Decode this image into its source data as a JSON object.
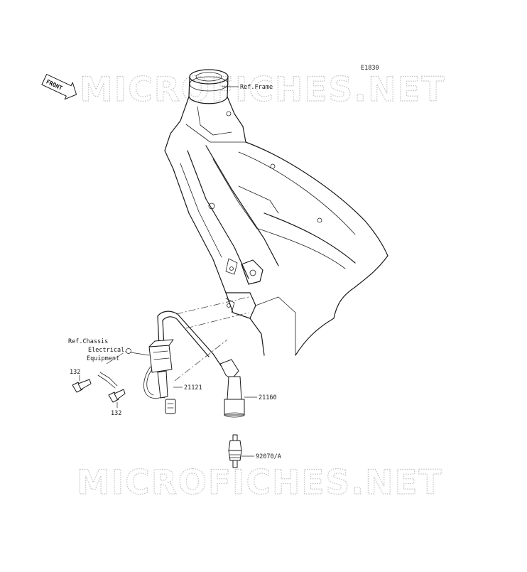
{
  "diagram": {
    "code": "E1830",
    "direction_arrow": "FRONT",
    "watermark": "MICROFICHES.NET",
    "references": {
      "frame": "Ref.Frame",
      "chassis_line1": "Ref.Chassis",
      "chassis_line2": "Electrical",
      "chassis_line3": "Equipment"
    },
    "parts": {
      "ignition_coil": "21121",
      "plug_cap": "21160",
      "spark_plug": "92070/A",
      "bolt_left": "132",
      "bolt_right": "132"
    }
  }
}
